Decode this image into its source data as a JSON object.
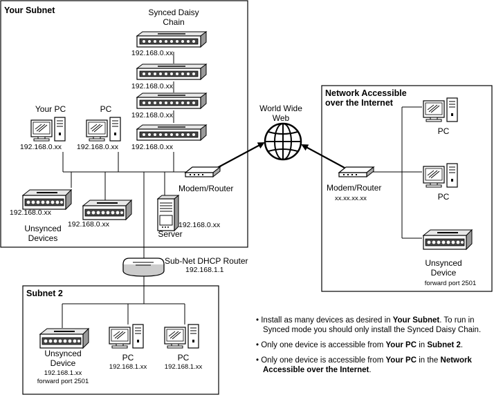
{
  "subnet1": {
    "title": "Your Subnet",
    "daisy_title_1": "Synced Daisy",
    "daisy_title_2": "Chain",
    "daisy_ips": [
      "192.168.0.xx",
      "192.168.0.xx",
      "192.168.0.xx",
      "192.168.0.xx"
    ],
    "your_pc_label": "Your PC",
    "pc_label": "PC",
    "your_pc_ip": "192.168.0.xx",
    "pc_ip": "192.168.0.xx",
    "unsynced_ip_1": "192.168.0.xx",
    "unsynced_ip_2": "192.168.0.xx",
    "unsynced_label_1": "Unsynced",
    "unsynced_label_2": "Devices",
    "server_ip": "192.168.0.xx",
    "server_label": "Server",
    "modem_label": "Modem/Router"
  },
  "internet": {
    "label_1": "World Wide",
    "label_2": "Web"
  },
  "network": {
    "title_1": "Network Accessible",
    "title_2": "over the Internet",
    "modem_label": "Modem/Router",
    "modem_ip": "xx.xx.xx.xx",
    "pc1_label": "PC",
    "pc2_label": "PC",
    "device_label_1": "Unsynced",
    "device_label_2": "Device",
    "device_port": "forward port 2501"
  },
  "dhcp": {
    "label": "Sub-Net DHCP Router",
    "ip": "192.168.1.1"
  },
  "subnet2": {
    "title": "Subnet 2",
    "device_label_1": "Unsynced",
    "device_label_2": "Device",
    "device_ip": "192.168.1.xx",
    "device_port": "forward port 2501",
    "pc1_label": "PC",
    "pc1_ip": "192.168.1.xx",
    "pc2_label": "PC",
    "pc2_ip": "192.168.1.xx"
  },
  "notes": {
    "n1_a": "Install as many devices as desired in ",
    "n1_b": "Your Subnet",
    "n1_c": ". To run in Synced mode you should only install the Synced Daisy Chain.",
    "n2_a": "Only one device is accessible from ",
    "n2_b": "Your PC",
    "n2_c": " in ",
    "n2_d": "Subnet 2",
    "n2_e": ".",
    "n3_a": "Only one device is accessible from ",
    "n3_b": "Your PC",
    "n3_c": " in the ",
    "n3_d": "Network Accessible over the Internet",
    "n3_e": "."
  }
}
